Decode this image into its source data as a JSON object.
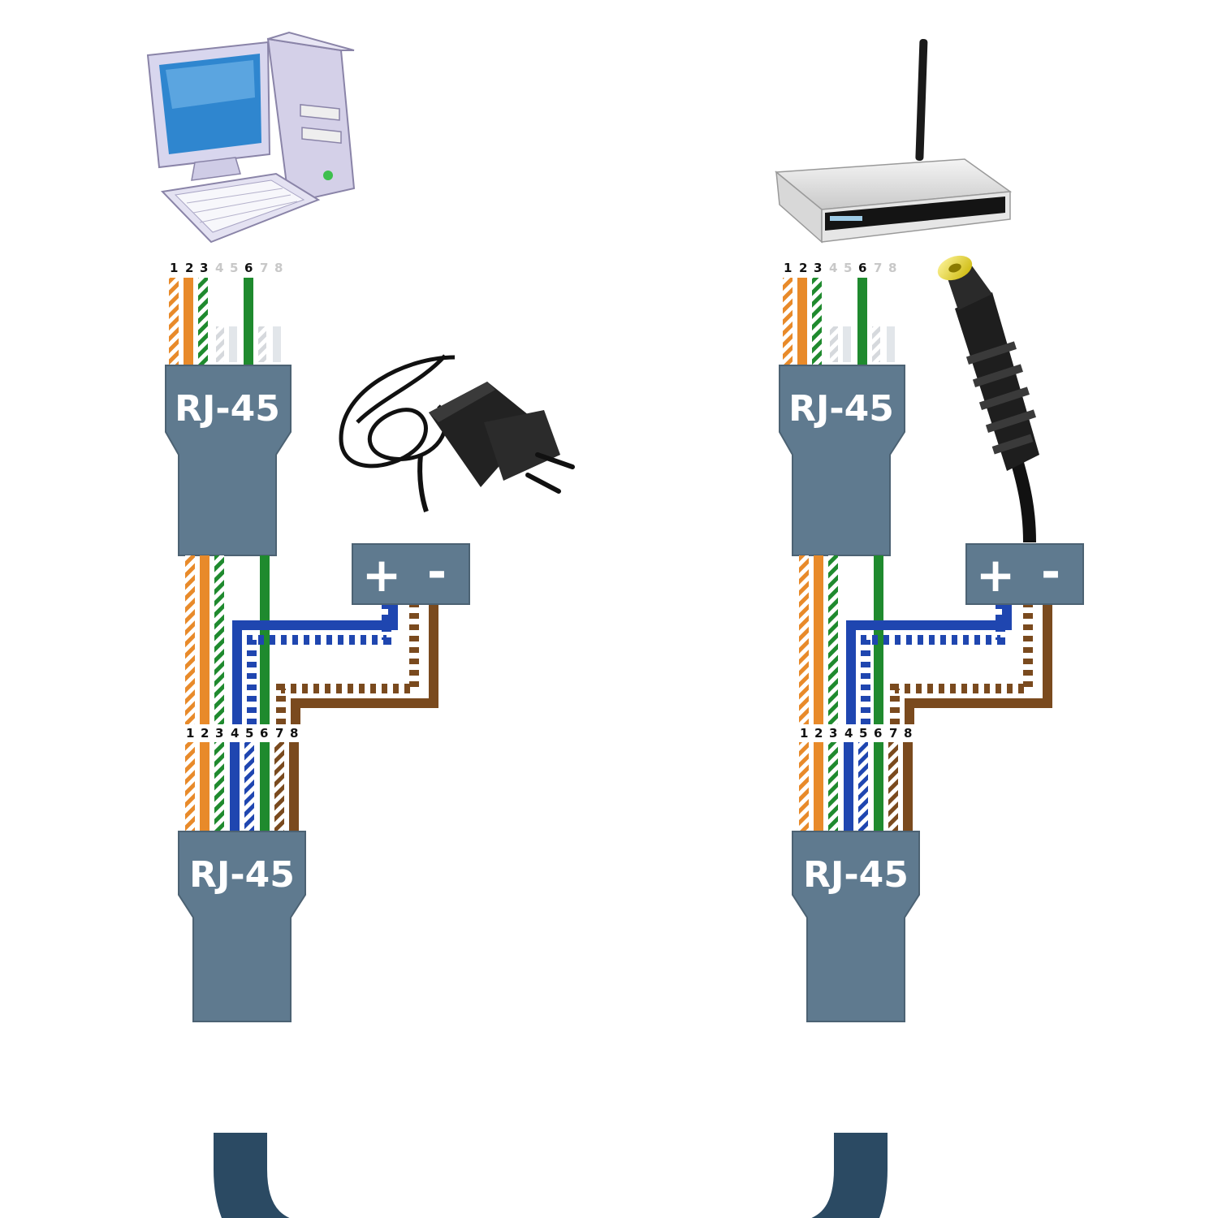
{
  "connector_label": "RJ-45",
  "polarity": {
    "plus": "+",
    "minus": "-"
  },
  "pins_all": [
    "1",
    "2",
    "3",
    "4",
    "5",
    "6",
    "7",
    "8"
  ],
  "pins_used": [
    "1",
    "2",
    "3",
    "6"
  ],
  "icons": {
    "computer": "desktop-computer-icon",
    "adapter": "power-adapter-icon",
    "router": "wifi-router-icon",
    "dc_plug": "dc-barrel-plug-icon"
  },
  "colors": {
    "connector": "#5f7a8f",
    "connector_stroke": "#4c6273",
    "cable": "#2b4a63",
    "orange": "#e88a2a",
    "green": "#1f8a2e",
    "blue": "#1f46b0",
    "brown": "#7a4a1e"
  }
}
